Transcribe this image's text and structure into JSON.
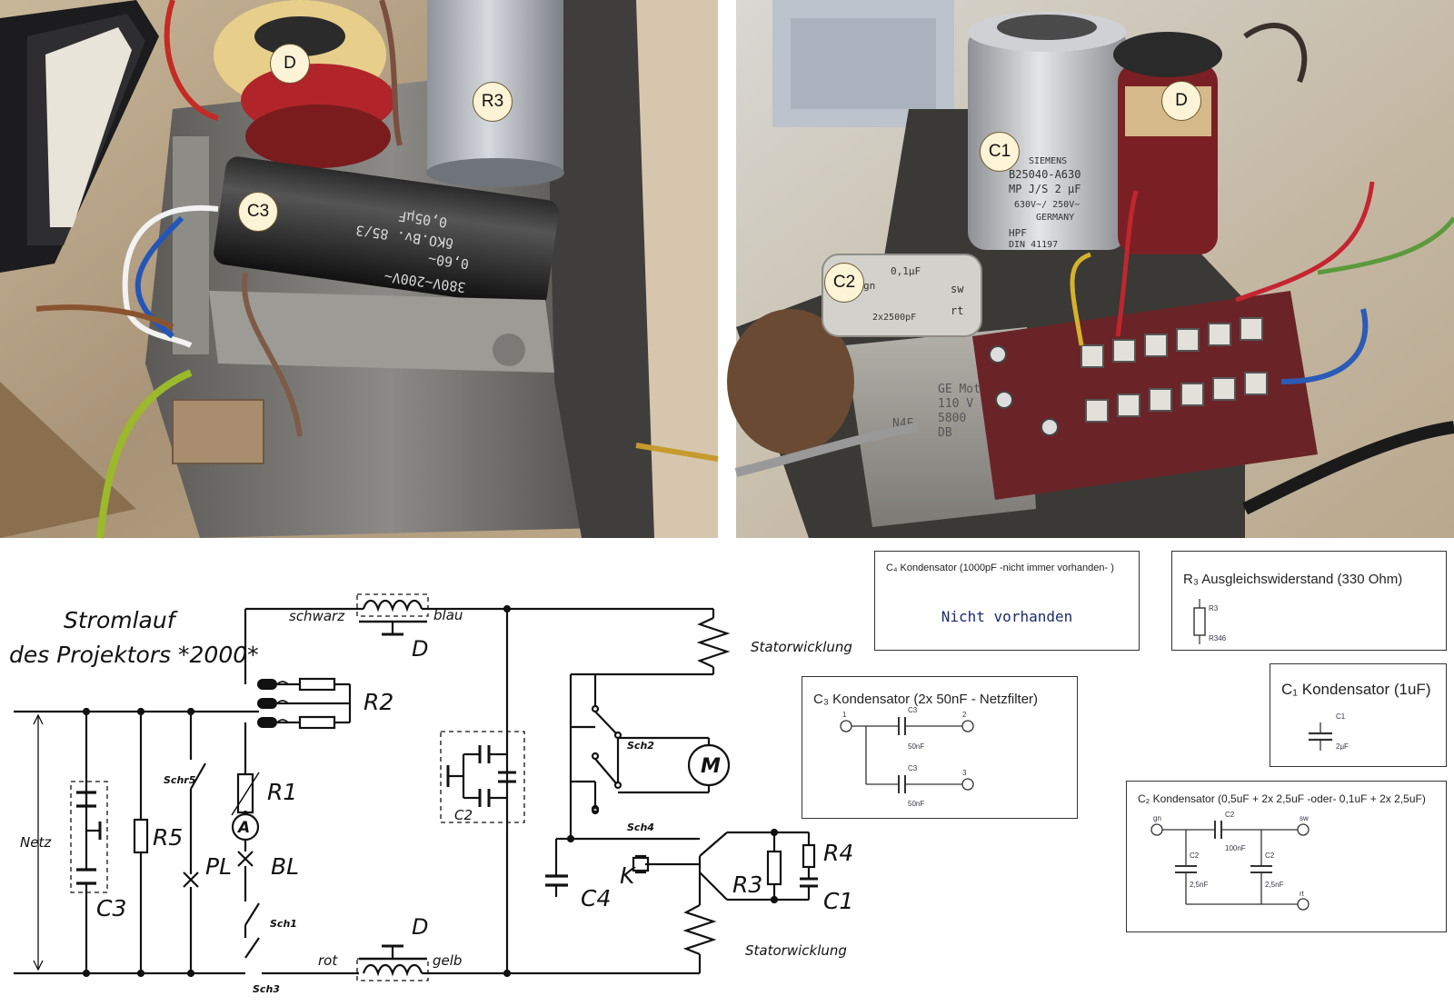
{
  "photos": {
    "left": {
      "labels": {
        "d": "D",
        "r3": "R3",
        "c3": "C3"
      },
      "print": {
        "l1": "0,05µF",
        "l2": "0,60~",
        "l3": "δKO.Bv. 85/3",
        "l4": "380V~200V~"
      }
    },
    "right": {
      "labels": {
        "c1": "C1",
        "d": "D",
        "c2": "C2"
      },
      "print": {
        "c1_l1": "SIEMENS",
        "c1_l2": "B25040-A630",
        "c1_l3": "MP J/S 2 µF",
        "c1_l4": "630V~/ 250V~",
        "c1_l5": "GERMANY",
        "c1_l6": "HPF",
        "c1_l7": "DIN 41197",
        "c2_l1": "0,1µF",
        "c2_l2": "gn",
        "c2_l3": "sw",
        "c2_l4": "rt",
        "c2_l5": "2x2500pF",
        "mot_l1": "GE Mot",
        "mot_l2": "110 V",
        "mot_l3": "5800",
        "mot_l4": "DB",
        "mot_l5": "N4E"
      }
    }
  },
  "schematic": {
    "title_line1": "Stromlauf",
    "title_line2": "des Projektors *2000*",
    "labels": {
      "schwarz": "schwarz",
      "blau": "blau",
      "d_top": "D",
      "statorwicklung_top": "Statorwicklung",
      "r2": "R2",
      "r1": "R1",
      "a": "A",
      "bl": "BL",
      "pl": "PL",
      "r5": "R5",
      "netz": "Netz",
      "c3": "C3",
      "c2": "C2",
      "c4": "C4",
      "k": "K",
      "r3": "R3",
      "r4": "R4",
      "c1": "C1",
      "m": "M",
      "schr5": "Schr5",
      "sch2": "Sch2",
      "sch4": "Sch4",
      "sch1": "Sch1",
      "sch3": "Sch3",
      "rot": "rot",
      "gelb": "gelb",
      "d_bottom": "D",
      "statorwicklung_bottom": "Statorwicklung"
    }
  },
  "legend": {
    "c4": {
      "title": "C₄ Kondensator (1000pF  -nicht immer vorhanden- )",
      "status": "Nicht  vorhanden"
    },
    "r3": {
      "title": "R₃   Ausgleichswiderstand (330 Ohm)",
      "ref": "R3",
      "val": "R346"
    },
    "c3": {
      "title": "C₃  Kondensator (2x 50nF - Netzfilter)",
      "pin1": "1",
      "pin2": "2",
      "pin3": "3",
      "ref_a": "C3",
      "val_a": "50nF",
      "ref_b": "C3",
      "val_b": "50nF"
    },
    "c1": {
      "title": "C₁ Kondensator (1uF)",
      "ref": "C1",
      "val": "2µF"
    },
    "c2": {
      "title": "C₂ Kondensator (0,5uF + 2x 2,5uF  -oder- 0,1uF + 2x 2,5uF)",
      "pin_gn": "gn",
      "pin_sw": "sw",
      "pin_rt": "rt",
      "ref_a": "C2",
      "val_a": "100nF",
      "ref_b": "C2",
      "val_b": "2,5nF",
      "ref_c": "C2",
      "val_c": "2,5nF"
    }
  },
  "colors": {
    "photo_badge": "#fdf3d6",
    "legend_status": "#1a2a6e"
  }
}
